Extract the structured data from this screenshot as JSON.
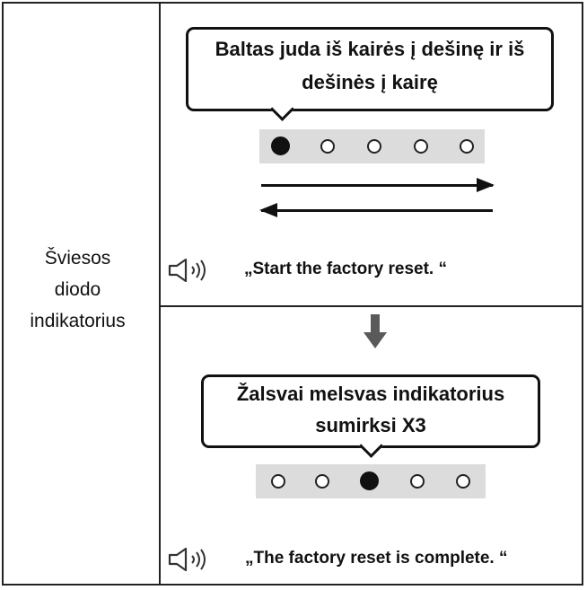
{
  "left_label": [
    "Šviesos",
    "diodo",
    "indikatorius"
  ],
  "top": {
    "bubble_lines": [
      "Baltas juda iš kairės į dešinę ir iš",
      "dešinės į kairę"
    ],
    "leds": [
      true,
      false,
      false,
      false,
      false
    ],
    "sound_text": "„Start the factory reset. “",
    "speaker_icon": "speaker-icon"
  },
  "bottom": {
    "bubble_lines": [
      "Žalsvai melsvas indikatorius",
      "sumirksi X3"
    ],
    "leds": [
      false,
      false,
      true,
      false,
      false
    ],
    "sound_text": "„The factory reset is complete. “",
    "speaker_icon": "speaker-icon"
  },
  "colors": {
    "border": "#222222",
    "led_bar": "#dcdcdc",
    "led_on": "#111111"
  }
}
